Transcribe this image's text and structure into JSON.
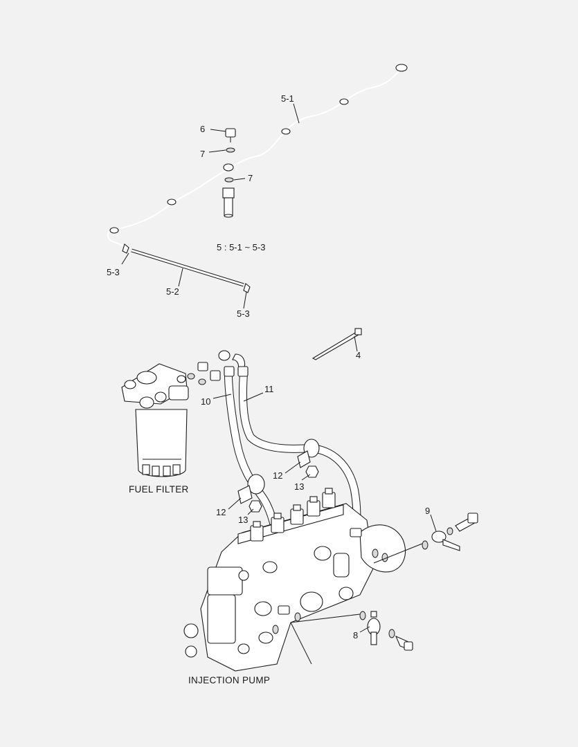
{
  "callouts": {
    "c5_1": "5-1",
    "c6": "6",
    "c7a": "7",
    "c7b": "7",
    "c5_3a": "5-3",
    "c5_2": "5-2",
    "c5_3b": "5-3",
    "c4": "4",
    "c11": "11",
    "c10": "10",
    "c12a": "12",
    "c13a": "13",
    "c12b": "12",
    "c13b": "13",
    "c9": "9",
    "c8": "8"
  },
  "note": "5  : 5-1 ~ 5-3",
  "captions": {
    "fuel_filter": "FUEL FILTER",
    "injection_pump": "INJECTION PUMP"
  }
}
